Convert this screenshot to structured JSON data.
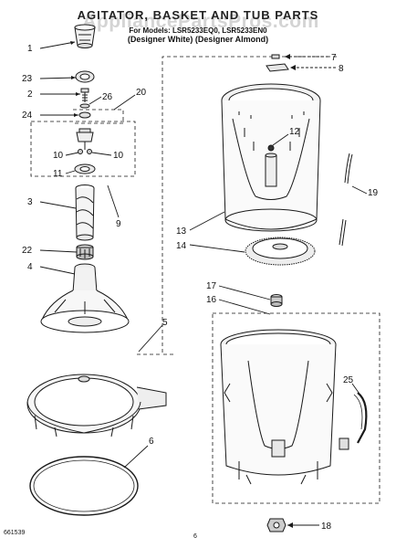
{
  "header": {
    "title": "AGITATOR, BASKET AND TUB PARTS",
    "subtitle_line1": "For Models: LSR5233EQ0, LSR5233EN0",
    "subtitle_line2": "(Designer White)  (Designer Almond)"
  },
  "watermark": "AppliancePartsPros.com",
  "footer": {
    "part_number": "661539",
    "page_number": "6"
  },
  "callouts": [
    "1",
    "23",
    "2",
    "26",
    "24",
    "20",
    "10",
    "10",
    "11",
    "3",
    "9",
    "22",
    "4",
    "5",
    "6",
    "7",
    "8",
    "12",
    "13",
    "14",
    "19",
    "17",
    "16",
    "25",
    "18"
  ],
  "colors": {
    "line": "#1a1a1a",
    "watermark": "#a0a0a0"
  }
}
